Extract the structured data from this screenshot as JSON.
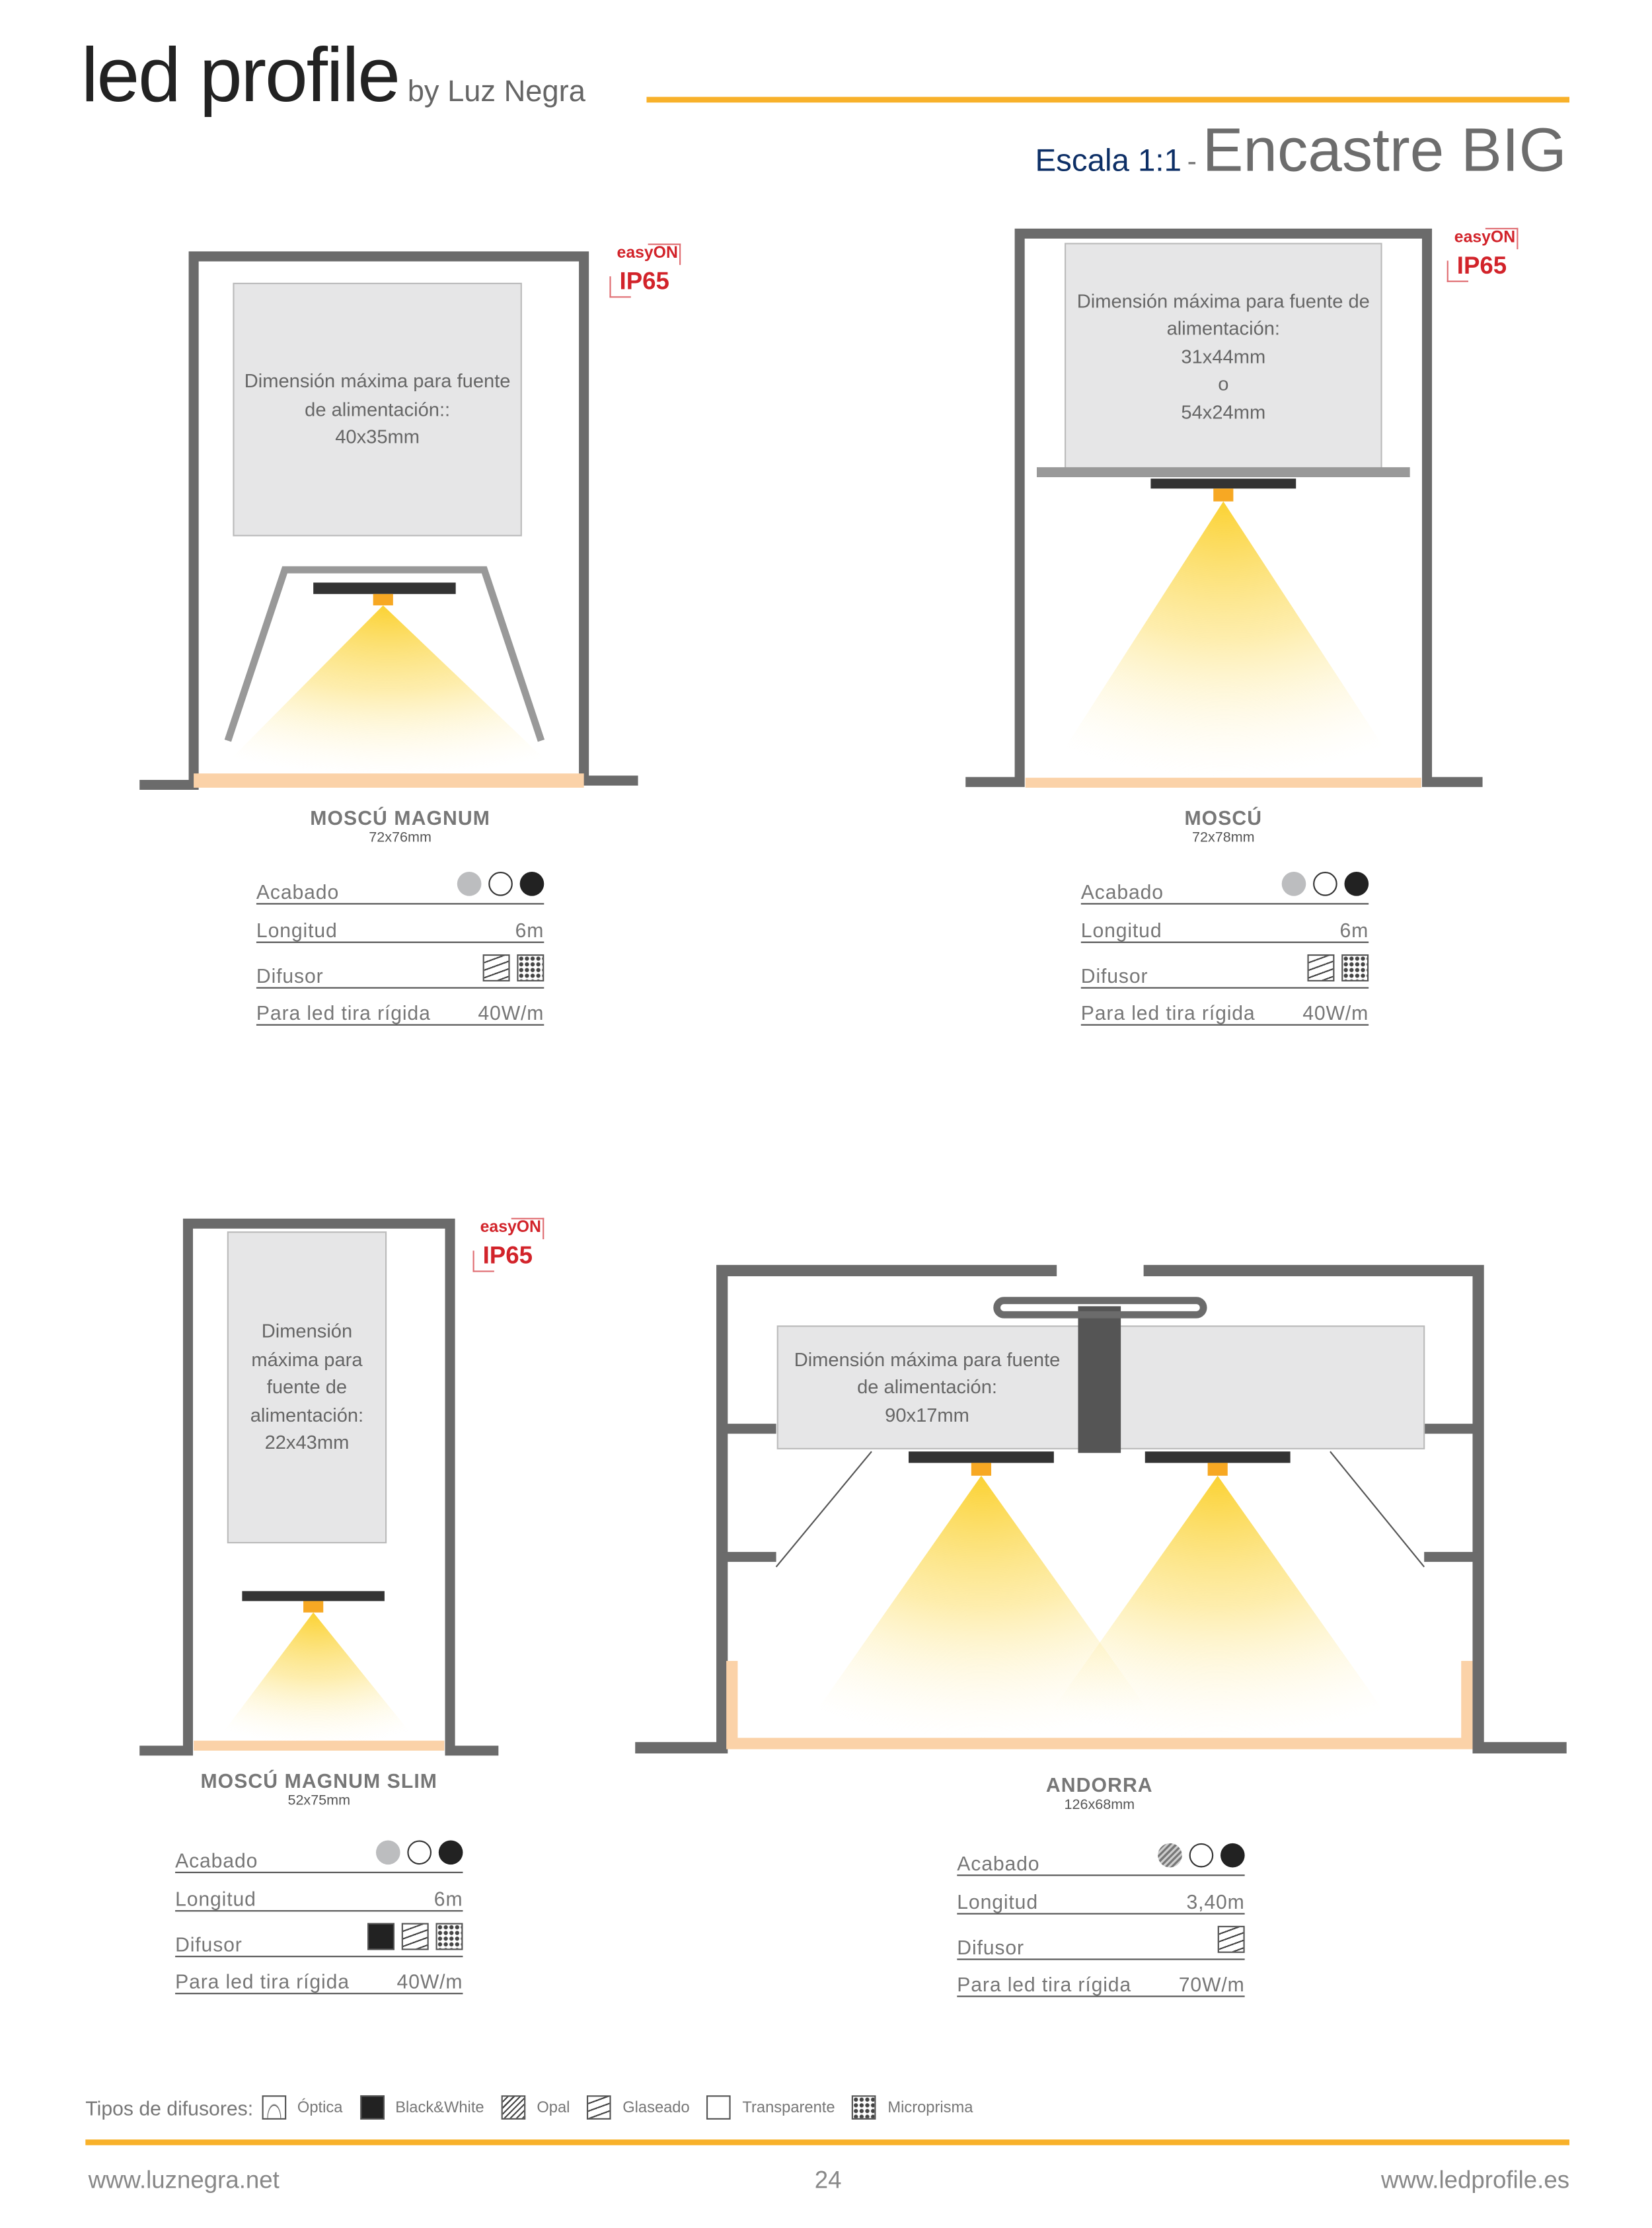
{
  "header": {
    "brand": "led profile",
    "brand_by": "by Luz Negra",
    "scale": "Escala 1:1",
    "dash": "-",
    "title": "Encastre BIG"
  },
  "colors": {
    "accent": "#f8b12a",
    "navy": "#0d2f66",
    "badge_red": "#d2232a",
    "profile_gray": "#6b6b6b",
    "light": "#fbd94a",
    "diffuser": "#fbd2a8"
  },
  "labels": {
    "acabado": "Acabado",
    "longitud": "Longitud",
    "difusor": "Difusor",
    "tira": "Para led tira rígida"
  },
  "products": [
    {
      "name": "MOSCÚ MAGNUM",
      "dims": "72x76mm",
      "badge_top": "easyON",
      "badge_ip": "IP65",
      "box_lines": [
        "Dimensión máxima para fuente",
        "de alimentación::",
        "40x35mm"
      ],
      "finishes": [
        "silver",
        "white",
        "black"
      ],
      "longitud": "6m",
      "diffusers": [
        "glaseado",
        "microprisma"
      ],
      "power": "40W/m"
    },
    {
      "name": "MOSCÚ",
      "dims": "72x78mm",
      "badge_top": "easyON",
      "badge_ip": "IP65",
      "box_lines": [
        "Dimensión máxima para fuente de",
        "alimentación:",
        "31x44mm",
        "o",
        "54x24mm"
      ],
      "finishes": [
        "silver",
        "white",
        "black"
      ],
      "longitud": "6m",
      "diffusers": [
        "glaseado",
        "microprisma"
      ],
      "power": "40W/m"
    },
    {
      "name": "MOSCÚ MAGNUM SLIM",
      "dims": "52x75mm",
      "badge_top": "easyON",
      "badge_ip": "IP65",
      "box_lines": [
        "Dimensión",
        "máxima para",
        "fuente de",
        "alimentación:",
        "22x43mm"
      ],
      "finishes": [
        "silver",
        "white",
        "black"
      ],
      "longitud": "6m",
      "diffusers": [
        "black-white",
        "glaseado",
        "microprisma"
      ],
      "power": "40W/m"
    },
    {
      "name": "ANDORRA",
      "dims": "126x68mm",
      "box_lines": [
        "Dimensión máxima para fuente",
        "de alimentación:",
        "90x17mm"
      ],
      "finishes": [
        "hatched-silver",
        "white",
        "black"
      ],
      "longitud": "3,40m",
      "diffusers": [
        "glaseado"
      ],
      "power": "70W/m"
    }
  ],
  "legend": {
    "title": "Tipos de difusores:",
    "items": [
      {
        "type": "optica",
        "label": "Óptica"
      },
      {
        "type": "black-white",
        "label": "Black&White"
      },
      {
        "type": "opal",
        "label": "Opal"
      },
      {
        "type": "glaseado",
        "label": "Glaseado"
      },
      {
        "type": "transparente",
        "label": "Transparente"
      },
      {
        "type": "microprisma",
        "label": "Microprisma"
      }
    ]
  },
  "footer": {
    "left": "www.luznegra.net",
    "page": "24",
    "right": "www.ledprofile.es"
  }
}
